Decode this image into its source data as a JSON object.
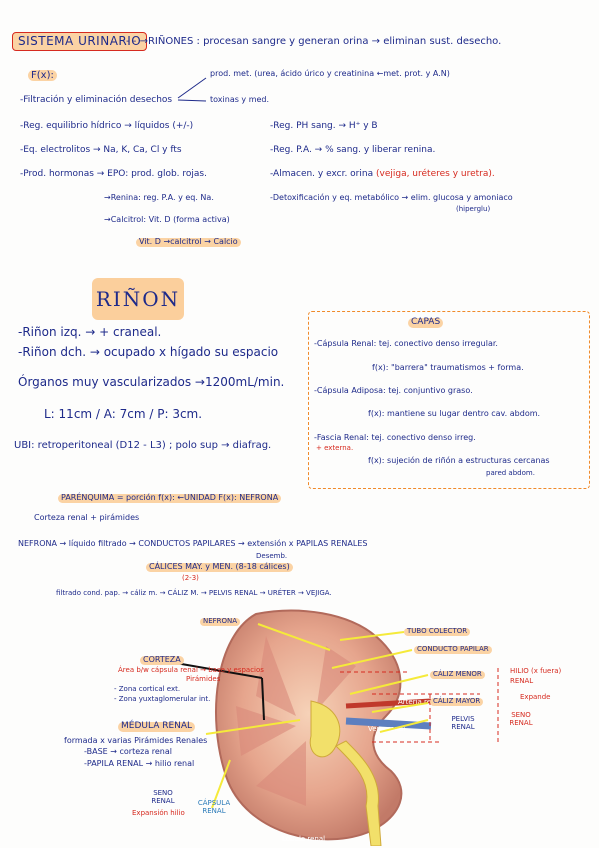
{
  "sistema": {
    "title": "SISTEMA URINARIO",
    "rinones_line": "- - →RIÑONES : procesan sangre y generan orina → eliminan sust. desecho."
  },
  "funciones": {
    "fx": "F(x):",
    "prod_met": "prod. met. (urea, ácido úrico y creatinina ←met. prot. y A.N)",
    "filtracion": "-Filtración y eliminación desechos",
    "toxinas": "toxinas y med.",
    "reg_hidrico": "-Reg. equilibrio hídrico → líquidos (+/-)",
    "reg_ph": "-Reg. PH sang. → H⁺ y B",
    "eq_electrolitos": "-Eq. electrolitos → Na, K, Ca, Cl y fts",
    "reg_pa": "-Reg. P.A. → % sang. y liberar renina.",
    "prod_hormonas": "-Prod. hormonas → EPO: prod. glob. rojas.",
    "almacen": "-Almacen. y excr. orina",
    "almacen_red": "(vejiga, uréteres y uretra).",
    "renina": "→Renina: reg. P.A. y eq. Na.",
    "detox": "-Detoxificación y eq. metabólico → elim. glucosa y amoniaco",
    "hiperglu": "(hiperglu)",
    "calcitrol": "→Calcitrol: Vit. D (forma activa)",
    "vit_d": "Vit. D →calcitrol → Calcio"
  },
  "rinon": {
    "title": "RIÑON",
    "izq": "-Riñon izq. → + craneal.",
    "dch": "-Riñon dch. → ocupado x hígado su espacio",
    "organos": "Órganos muy vascularizados →1200mL/min.",
    "medidas": "L: 11cm / A: 7cm / P: 3cm.",
    "ubi": "UBI: retroperitoneal (D12 - L3) ; polo sup → diafrag."
  },
  "capas": {
    "title": "CAPAS",
    "capsula_renal": "-Cápsula Renal: tej. conectivo denso irregular.",
    "capsula_renal_fx": "f(x): \"barrera\" traumatismos + forma.",
    "capsula_adiposa": "-Cápsula Adiposa: tej. conjuntivo graso.",
    "capsula_adiposa_fx": "f(x): mantiene su lugar dentro cav. abdom.",
    "fascia": "-Fascia Renal: tej. conectivo denso irreg.",
    "fascia_red": "+ externa.",
    "fascia_fx": "f(x): sujeción de riñón a estructuras cercanas",
    "fascia_fx2": "pared abdom."
  },
  "parenquima": {
    "line": "PARÉNQUIMA = porción f(x): ←UNIDAD F(x): NEFRONA",
    "sub": "Corteza renal + pirámides"
  },
  "flujo": {
    "line1": "NEFRONA → líquido filtrado → CONDUCTOS PAPILARES → extensión x PAPILAS RENALES",
    "desemb": "Desemb.",
    "calices": "CÁLICES MAY. y MEN. (8-18 cálices)",
    "calices_num": "(2-3)",
    "line2": "filtrado cond. pap. → cáliz m. → CÁLIZ M. → PELVIS RENAL → URÉTER → VEJIGA."
  },
  "diagrama": {
    "nefrona": "NEFRONA",
    "tubo_colector": "TUBO COLECTOR",
    "conducto_papilar": "CONDUCTO PAPILAR",
    "caliz_menor": "CÁLIZ MENOR",
    "caliz_mayor": "CÁLIZ MAYOR",
    "pelvis_renal": "PELVIS RENAL",
    "corteza": "CORTEZA",
    "corteza_sub1": "Área b/w cápsula renal → base y espacios",
    "corteza_sub1b": "Pirámides",
    "corteza_sub2": "- Zona cortical ext.",
    "corteza_sub3": "- Zona yuxtaglomerular int.",
    "medula": "MÉDULA RENAL",
    "medula_sub1": "formada x varias Pirámides Renales",
    "medula_sub2": "-BASE → corteza renal",
    "medula_sub3": "-PAPILA RENAL → hilio renal",
    "seno": "SENO RENAL",
    "seno_red": "Expansión hilio",
    "capsula": "CÁPSULA RENAL",
    "hilio": "HILIO (x fuera)",
    "hilio_renal": "RENAL",
    "expande": "Expande",
    "seno_right": "SENO RENAL",
    "arteria": "Arteria renal",
    "vena": "Vena renal",
    "lobulo": "Lóbulo renal"
  },
  "colors": {
    "ink": "#1e2a8a",
    "red": "#d62a1f",
    "highlight": "#fbd3a4",
    "dashed": "#f08a2a",
    "leader": "#f5ea3a"
  }
}
